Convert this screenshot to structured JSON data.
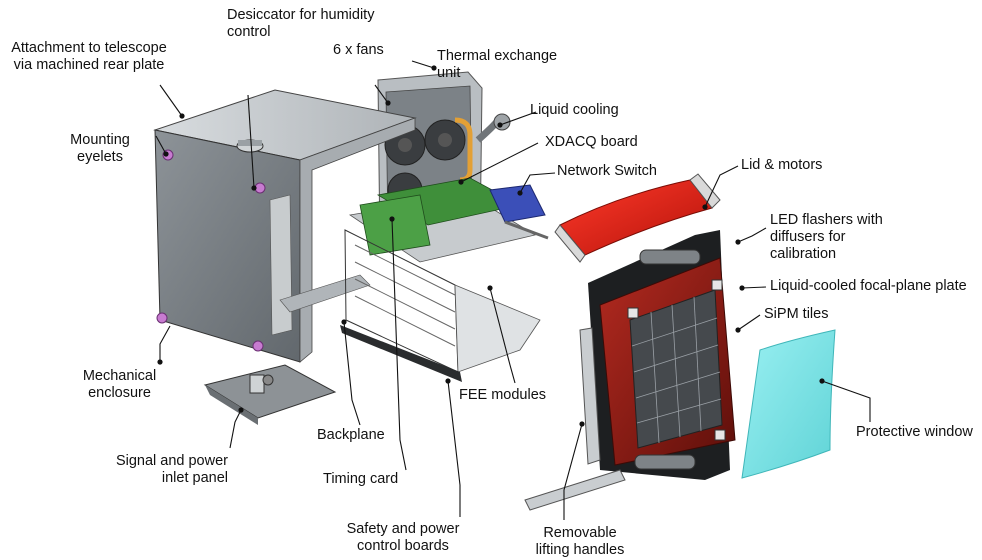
{
  "labels": {
    "attachment": [
      "Attachment to telescope",
      "via machined rear plate"
    ],
    "desiccator": [
      "Desiccator for humidity",
      "control"
    ],
    "fans": "6 x fans",
    "thermal": [
      "Thermal exchange",
      "unit"
    ],
    "liquid_cooling": "Liquid cooling",
    "xdacq": "XDACQ board",
    "network_switch": "Network Switch",
    "mounting": [
      "Mounting",
      "eyelets"
    ],
    "lid": "Lid & motors",
    "led": [
      "LED flashers with",
      "diffusers for",
      "calibration"
    ],
    "focal_plate": "Liquid-cooled focal-plane plate",
    "sipm": "SiPM tiles",
    "protective_window": "Protective window",
    "mech_enclosure": [
      "Mechanical",
      "enclosure"
    ],
    "fee": "FEE modules",
    "backplane": "Backplane",
    "signal_power": [
      "Signal and power",
      "inlet panel"
    ],
    "timing": "Timing card",
    "safety": [
      "Safety and power",
      "control boards"
    ],
    "handles": [
      "Removable",
      "lifting handles"
    ]
  },
  "colors": {
    "enclosure": "#9aa0a6",
    "enclosure_dark": "#6b7177",
    "board_green": "#3f8f3a",
    "lid_red": "#e0241b",
    "focal_red": "#8e1a14",
    "window_cyan": "#7fe3e6",
    "switch_blue": "#3b4fb8",
    "eyelet_pink": "#c77bd0",
    "pipe_orange": "#e3a035"
  }
}
